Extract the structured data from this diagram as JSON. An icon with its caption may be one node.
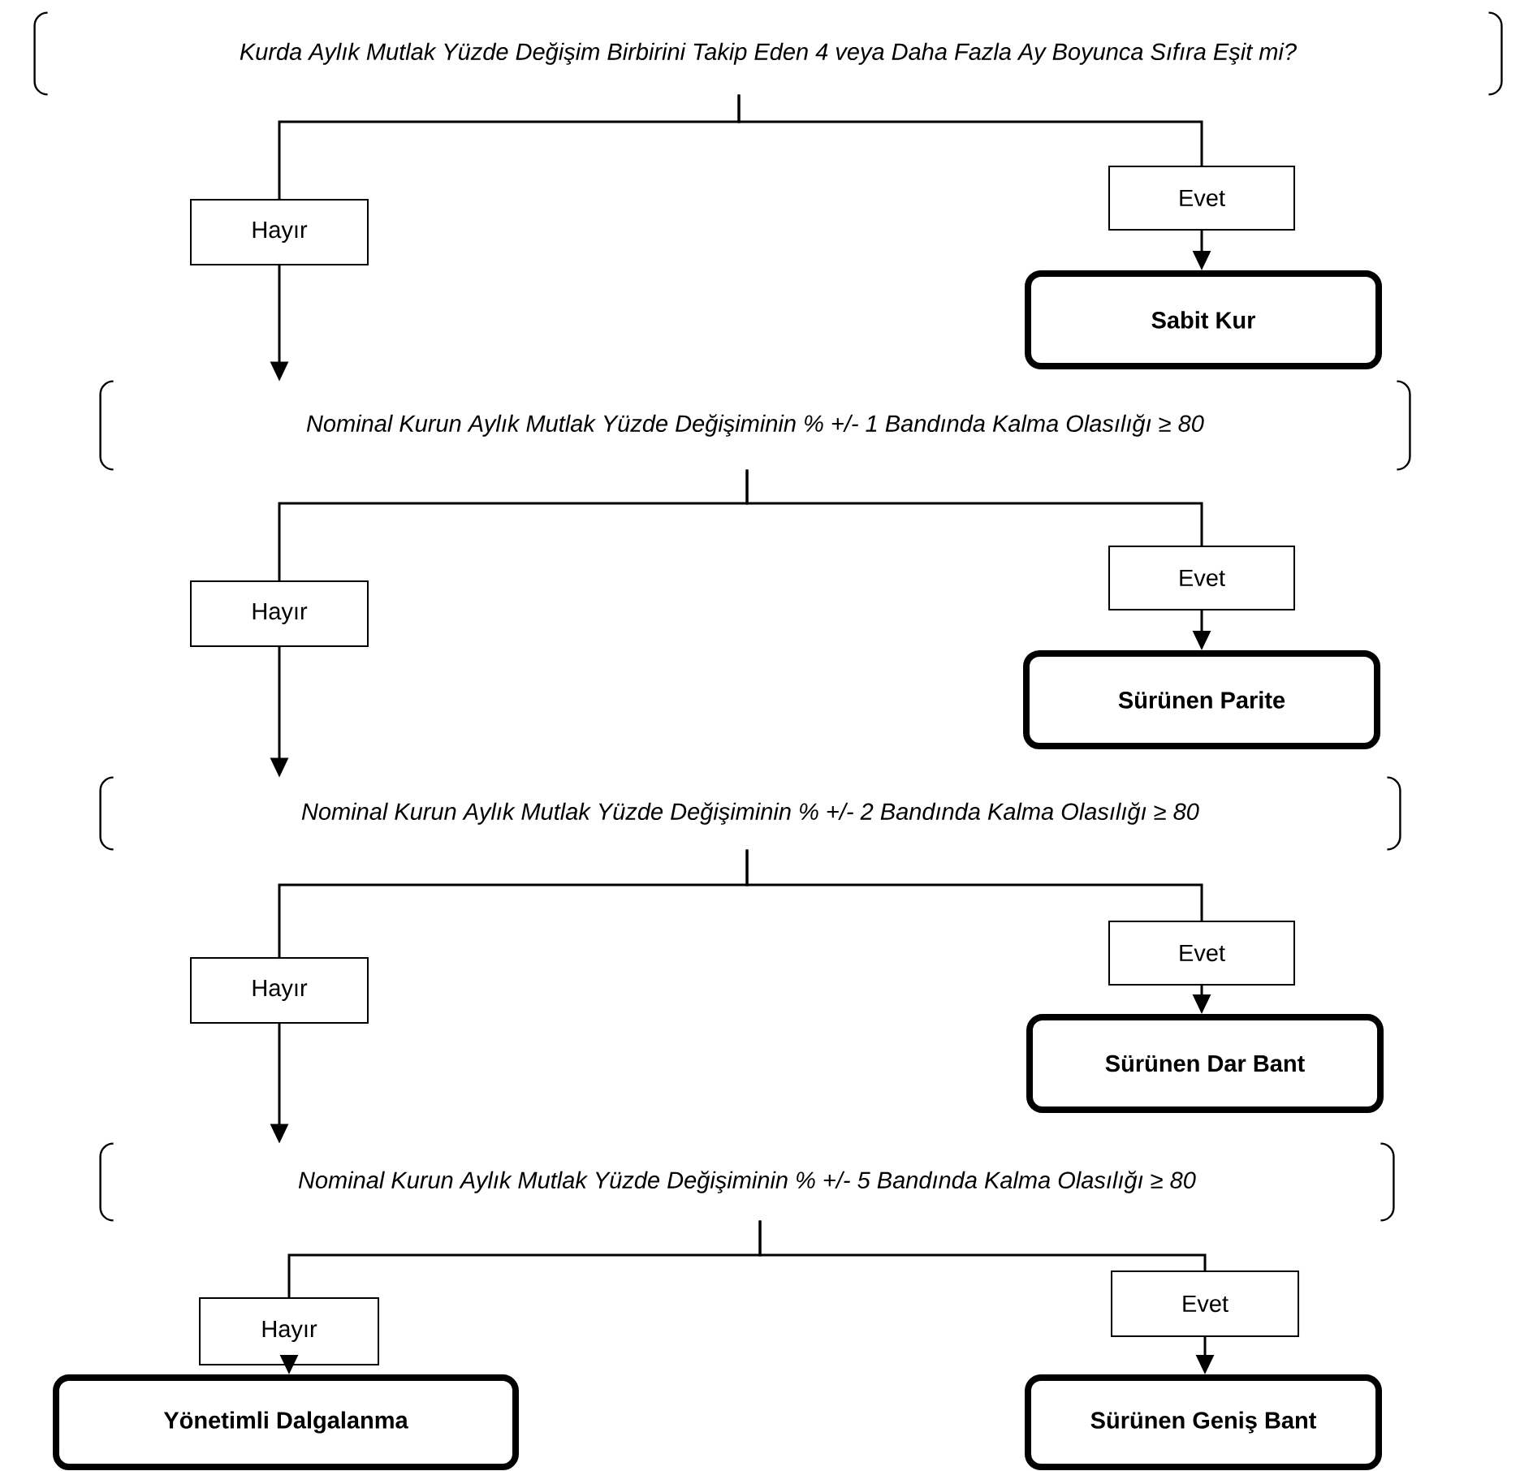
{
  "diagram": {
    "nodes": [
      {
        "text": [
          "Kurda Aylık Mutlak Yüzde Değişim Birbirini Takip Eden 4 veya Daha Fazla Ay Boyunca Sıfıra Eşit mi?"
        ]
      },
      {
        "text": [
          "Hayır"
        ]
      },
      {
        "text": [
          "Evet"
        ]
      },
      {
        "text": [
          "Sabit Kur"
        ]
      },
      {
        "text": [
          "Nominal Kurun Aylık Mutlak Yüzde Değişiminin % +/- 1 Bandında Kalma Olasılığı ≥ 80"
        ]
      },
      {
        "text": [
          "Hayır"
        ]
      },
      {
        "text": [
          "Evet"
        ]
      },
      {
        "text": [
          "Sürünen Parite"
        ]
      },
      {
        "text": [
          "Nominal Kurun Aylık Mutlak Yüzde Değişiminin % +/- 2 Bandında Kalma Olasılığı ≥ 80"
        ]
      },
      {
        "text": [
          "Hayır"
        ]
      },
      {
        "text": [
          "Evet"
        ]
      },
      {
        "text": [
          "Sürünen Dar Bant"
        ]
      },
      {
        "text": [
          "Nominal Kurun Aylık Mutlak Yüzde Değişiminin % +/- 5 Bandında Kalma Olasılığı ≥ 80"
        ]
      },
      {
        "text": [
          "Hayır"
        ]
      },
      {
        "text": [
          "Evet"
        ]
      },
      {
        "text": [
          "Yönetimli Dalgalanma"
        ]
      },
      {
        "text": [
          "Sürünen Geniş Bant"
        ]
      }
    ],
    "edges": [
      {
        "from": 0,
        "to": 1,
        "arrow": "none"
      },
      {
        "from": 0,
        "to": 2,
        "arrow": "none"
      },
      {
        "from": 2,
        "to": 3,
        "arrow": "to"
      },
      {
        "from": 1,
        "to": 4,
        "arrow": "to"
      },
      {
        "from": 4,
        "to": 5,
        "arrow": "none"
      },
      {
        "from": 4,
        "to": 6,
        "arrow": "none"
      },
      {
        "from": 6,
        "to": 7,
        "arrow": "to"
      },
      {
        "from": 5,
        "to": 8,
        "arrow": "to"
      },
      {
        "from": 8,
        "to": 9,
        "arrow": "none"
      },
      {
        "from": 8,
        "to": 10,
        "arrow": "none"
      },
      {
        "from": 10,
        "to": 11,
        "arrow": "to"
      },
      {
        "from": 9,
        "to": 12,
        "arrow": "to"
      },
      {
        "from": 12,
        "to": 13,
        "arrow": "none"
      },
      {
        "from": 12,
        "to": 14,
        "arrow": "none"
      },
      {
        "from": 13,
        "to": 15,
        "arrow": "to"
      },
      {
        "from": 14,
        "to": 16,
        "arrow": "to"
      }
    ]
  }
}
